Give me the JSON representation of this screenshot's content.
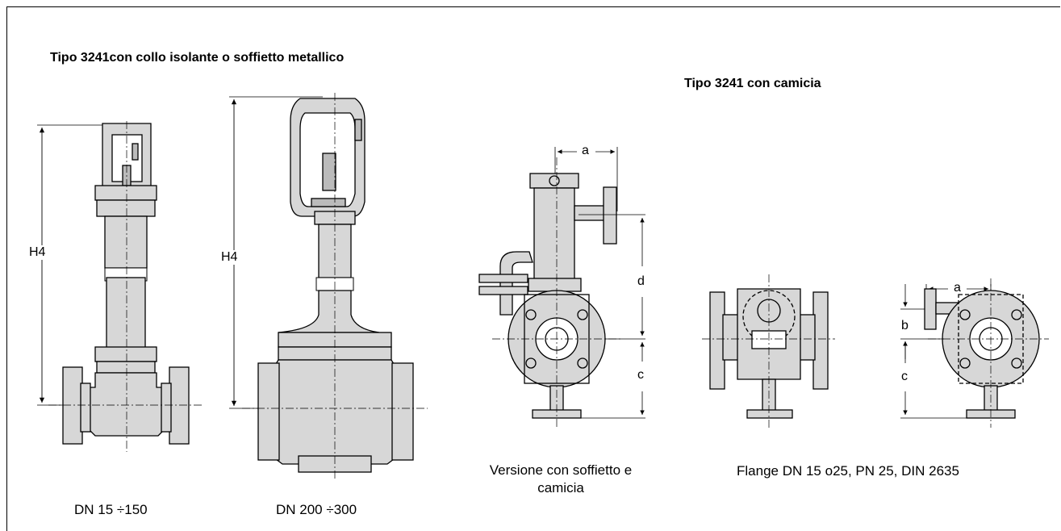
{
  "titles": {
    "left": "Tipo 3241con collo isolante o soffietto metallico",
    "right": "Tipo 3241 con camicia"
  },
  "captions": {
    "dn_small": "DN 15 ÷150",
    "dn_large": "DN 200 ÷300",
    "bellows": "Versione con soffietto e camicia",
    "flanges": "Flange DN 15 o25, PN 25, DIN 2635"
  },
  "dimensions": {
    "h4": "H4",
    "a": "a",
    "b": "b",
    "c": "c",
    "d": "d"
  },
  "colors": {
    "body_fill": "#d7d7d7",
    "line": "#000000"
  }
}
